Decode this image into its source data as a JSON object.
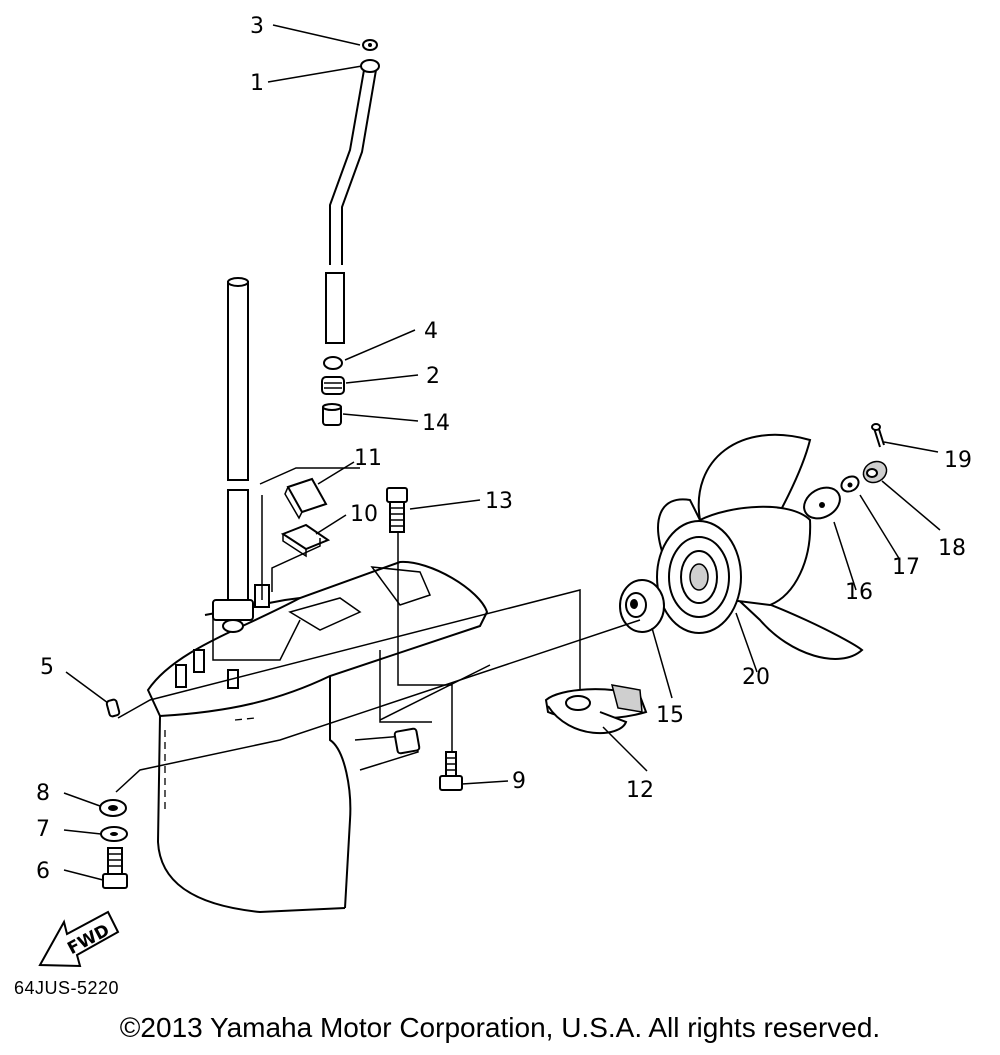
{
  "diagram": {
    "callouts": [
      "1",
      "2",
      "3",
      "4",
      "5",
      "6",
      "7",
      "8",
      "9",
      "10",
      "11",
      "12",
      "13",
      "14",
      "15",
      "16",
      "17",
      "18",
      "19",
      "20"
    ],
    "direction_label": "FWD",
    "part_code": "64JUS-5220"
  },
  "footer": {
    "copyright": "©2013 Yamaha Motor Corporation, U.S.A. All rights reserved."
  }
}
